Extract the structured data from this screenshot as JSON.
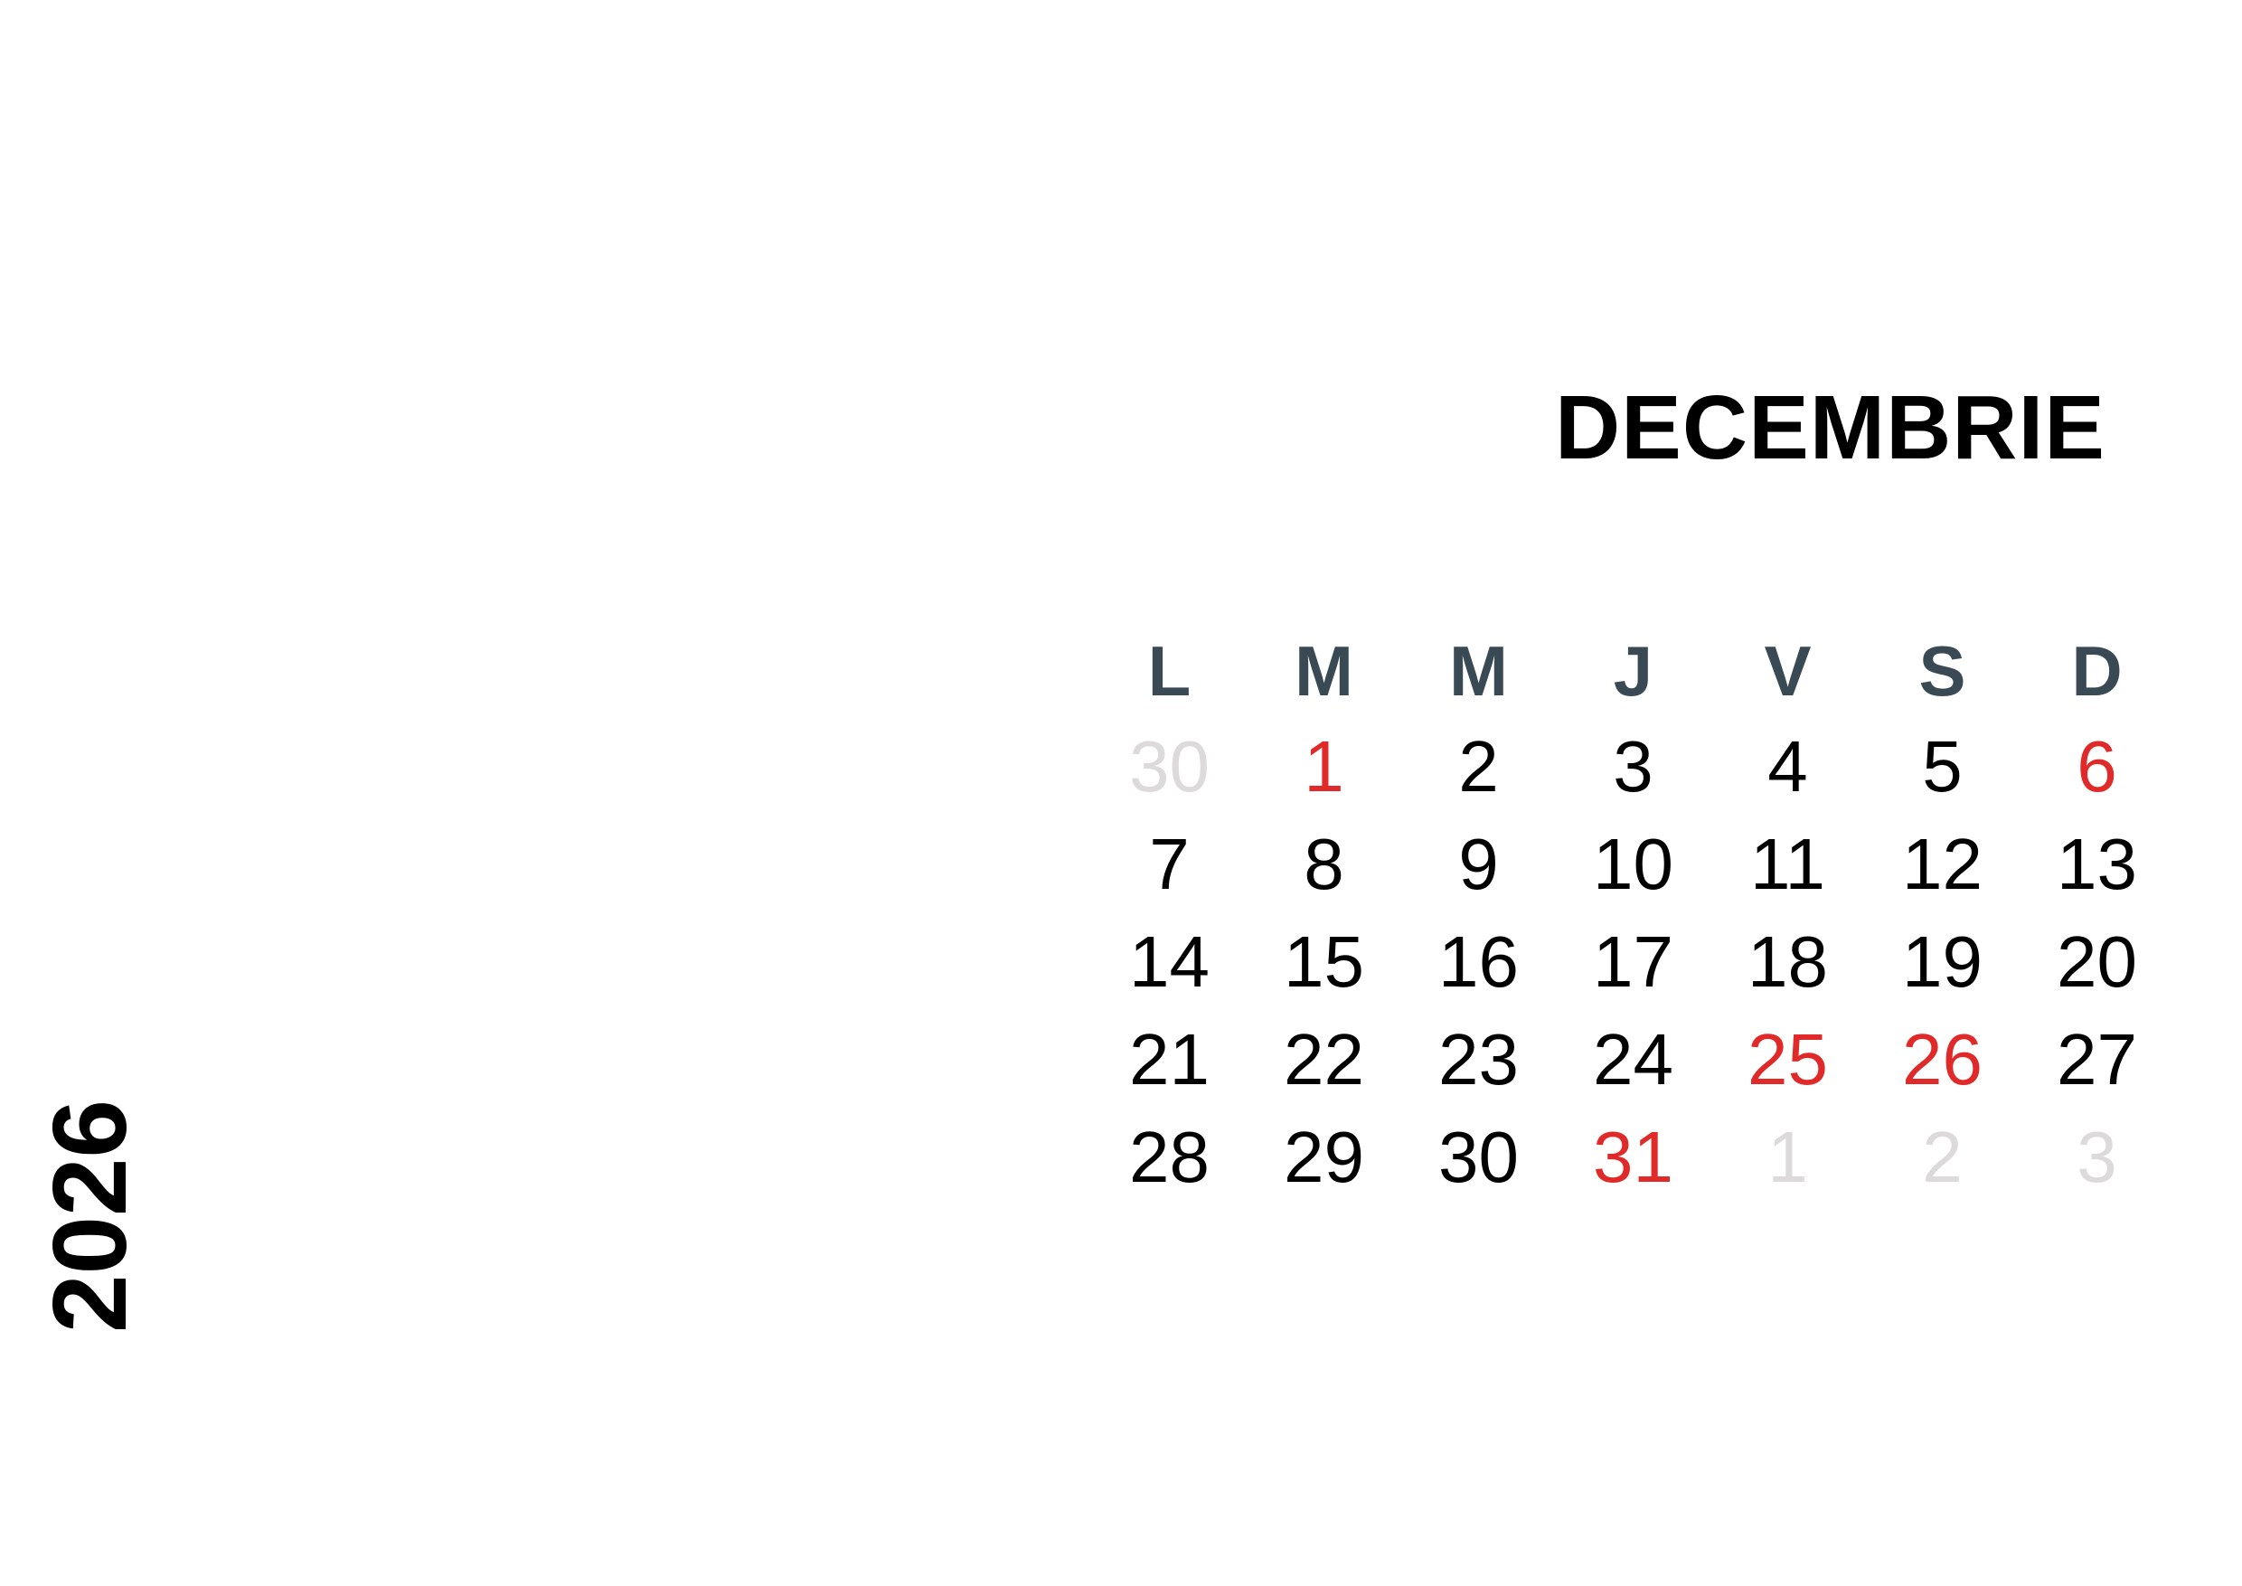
{
  "month": "DECEMBRIE",
  "year": "2026",
  "weekdays": [
    "L",
    "M",
    "M",
    "J",
    "V",
    "S",
    "D"
  ],
  "colors": {
    "weekday": "#3a4a54",
    "holiday": "#e02a2a",
    "outside": "#dcdadb",
    "normal": "#000000"
  },
  "days": [
    {
      "n": "30",
      "t": "out"
    },
    {
      "n": "1",
      "t": "hol"
    },
    {
      "n": "2",
      "t": ""
    },
    {
      "n": "3",
      "t": ""
    },
    {
      "n": "4",
      "t": ""
    },
    {
      "n": "5",
      "t": ""
    },
    {
      "n": "6",
      "t": "hol"
    },
    {
      "n": "7",
      "t": ""
    },
    {
      "n": "8",
      "t": ""
    },
    {
      "n": "9",
      "t": ""
    },
    {
      "n": "10",
      "t": ""
    },
    {
      "n": "11",
      "t": ""
    },
    {
      "n": "12",
      "t": ""
    },
    {
      "n": "13",
      "t": ""
    },
    {
      "n": "14",
      "t": ""
    },
    {
      "n": "15",
      "t": ""
    },
    {
      "n": "16",
      "t": ""
    },
    {
      "n": "17",
      "t": ""
    },
    {
      "n": "18",
      "t": ""
    },
    {
      "n": "19",
      "t": ""
    },
    {
      "n": "20",
      "t": ""
    },
    {
      "n": "21",
      "t": ""
    },
    {
      "n": "22",
      "t": ""
    },
    {
      "n": "23",
      "t": ""
    },
    {
      "n": "24",
      "t": ""
    },
    {
      "n": "25",
      "t": "hol"
    },
    {
      "n": "26",
      "t": "hol"
    },
    {
      "n": "27",
      "t": ""
    },
    {
      "n": "28",
      "t": ""
    },
    {
      "n": "29",
      "t": ""
    },
    {
      "n": "30",
      "t": ""
    },
    {
      "n": "31",
      "t": "hol"
    },
    {
      "n": "1",
      "t": "out"
    },
    {
      "n": "2",
      "t": "out"
    },
    {
      "n": "3",
      "t": "out"
    }
  ]
}
